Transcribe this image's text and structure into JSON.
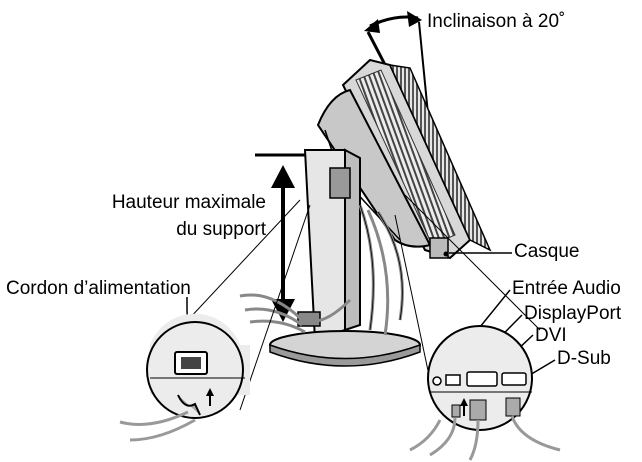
{
  "labels": {
    "tilt": "Inclinaison à 20˚",
    "height_line1": "Hauteur maximale",
    "height_line2": "du support",
    "power_cord": "Cordon d’alimentation",
    "headphones": "Casque",
    "audio_in": "Entrée Audio",
    "displayport": "DisplayPort",
    "dvi": "DVI",
    "dsub": "D-Sub"
  }
}
